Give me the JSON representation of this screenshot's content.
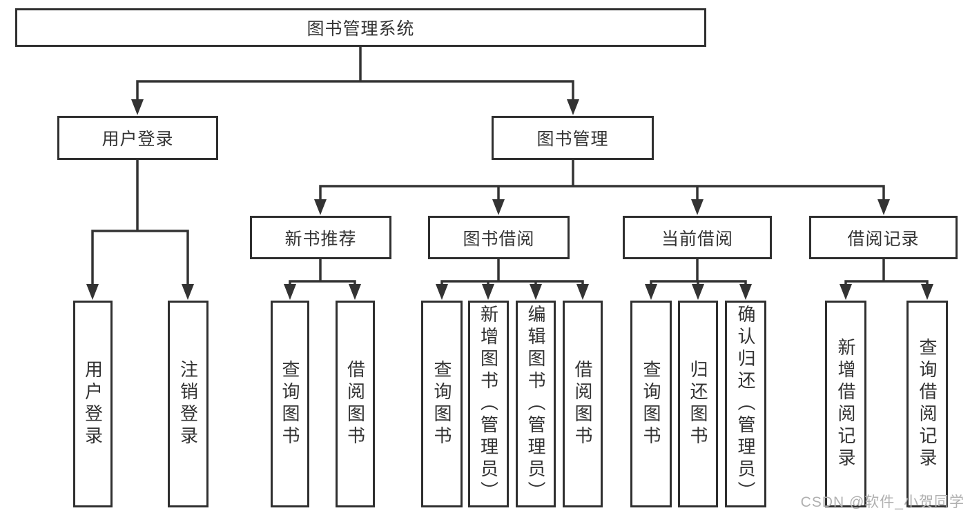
{
  "diagram": {
    "type": "hierarchy",
    "root": {
      "label": "图书管理系统",
      "children": [
        {
          "label": "用户登录",
          "children": [
            {
              "label": "用户登录"
            },
            {
              "label": "注销登录"
            }
          ]
        },
        {
          "label": "图书管理",
          "children": [
            {
              "label": "新书推荐",
              "children": [
                {
                  "label": "查询图书"
                },
                {
                  "label": "借阅图书"
                }
              ]
            },
            {
              "label": "图书借阅",
              "children": [
                {
                  "label": "查询图书"
                },
                {
                  "label": "新增图书（管理员）"
                },
                {
                  "label": "编辑图书（管理员）"
                },
                {
                  "label": "借阅图书"
                }
              ]
            },
            {
              "label": "当前借阅",
              "children": [
                {
                  "label": "查询图书"
                },
                {
                  "label": "归还图书"
                },
                {
                  "label": "确认归还（管理员）"
                }
              ]
            },
            {
              "label": "借阅记录",
              "children": [
                {
                  "label": "新增借阅记录"
                },
                {
                  "label": "查询借阅记录"
                }
              ]
            }
          ]
        }
      ]
    },
    "watermark": "CSDN @软件_小贺同学",
    "colors": {
      "line": "#333333",
      "box_border": "#2f2f2f",
      "text": "#333333",
      "watermark": "#b0b0b0",
      "background": "#ffffff"
    }
  }
}
